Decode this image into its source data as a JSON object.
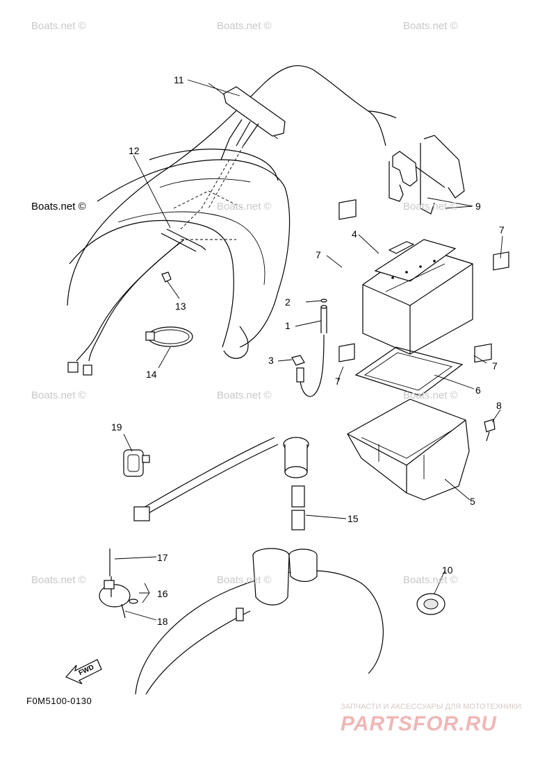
{
  "watermark": "Boats.net ©",
  "diagram_code": "F0M5100-0130",
  "fwd_label": "FWD",
  "brand": {
    "tagline": "ЗАПЧАСТИ И АКСЕССУАРЫ ДЛЯ МОТОТЕХНИКИ",
    "name": "PARTSFOR.RU",
    "color": "#efb7b7"
  },
  "callouts": [
    "1",
    "2",
    "3",
    "4",
    "5",
    "6",
    "7",
    "7",
    "7",
    "7",
    "8",
    "9",
    "10",
    "11",
    "12",
    "13",
    "14",
    "15",
    "16",
    "17",
    "18",
    "19"
  ]
}
